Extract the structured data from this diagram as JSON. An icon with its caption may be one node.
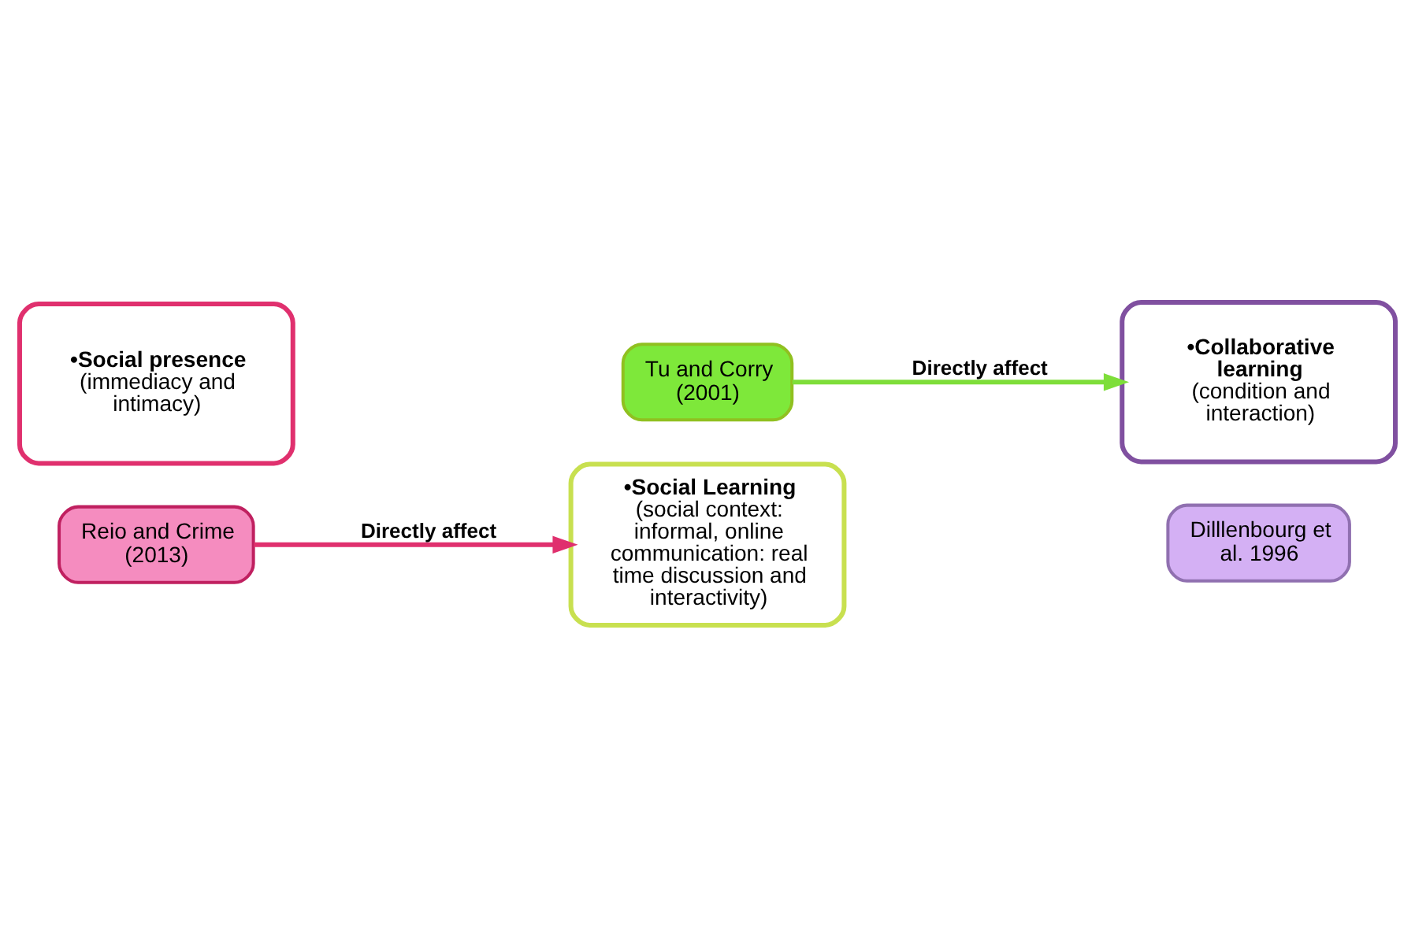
{
  "diagram": {
    "nodes": [
      {
        "text": [
          "•Social presence",
          "(immediacy and intimacy)"
        ]
      },
      {
        "text": [
          "Reio and Crime (2013)"
        ]
      },
      {
        "text": [
          "Tu and Corry (2001)"
        ]
      },
      {
        "text": [
          "•Social Learning",
          "(social context: informal, online communication: real time discussion and interactivity)"
        ]
      },
      {
        "text": [
          "•Collaborative learning",
          "(condition and interaction)"
        ]
      },
      {
        "text": [
          "Dilllenbourg et al. 1996"
        ]
      }
    ],
    "edges": [
      {
        "from": 1,
        "to": 3,
        "arrow": "to",
        "label": "Directly affect",
        "color": "#e0306e"
      },
      {
        "from": 2,
        "to": 4,
        "arrow": "to",
        "label": "Directly affect",
        "color": "#7ede3a"
      }
    ]
  }
}
